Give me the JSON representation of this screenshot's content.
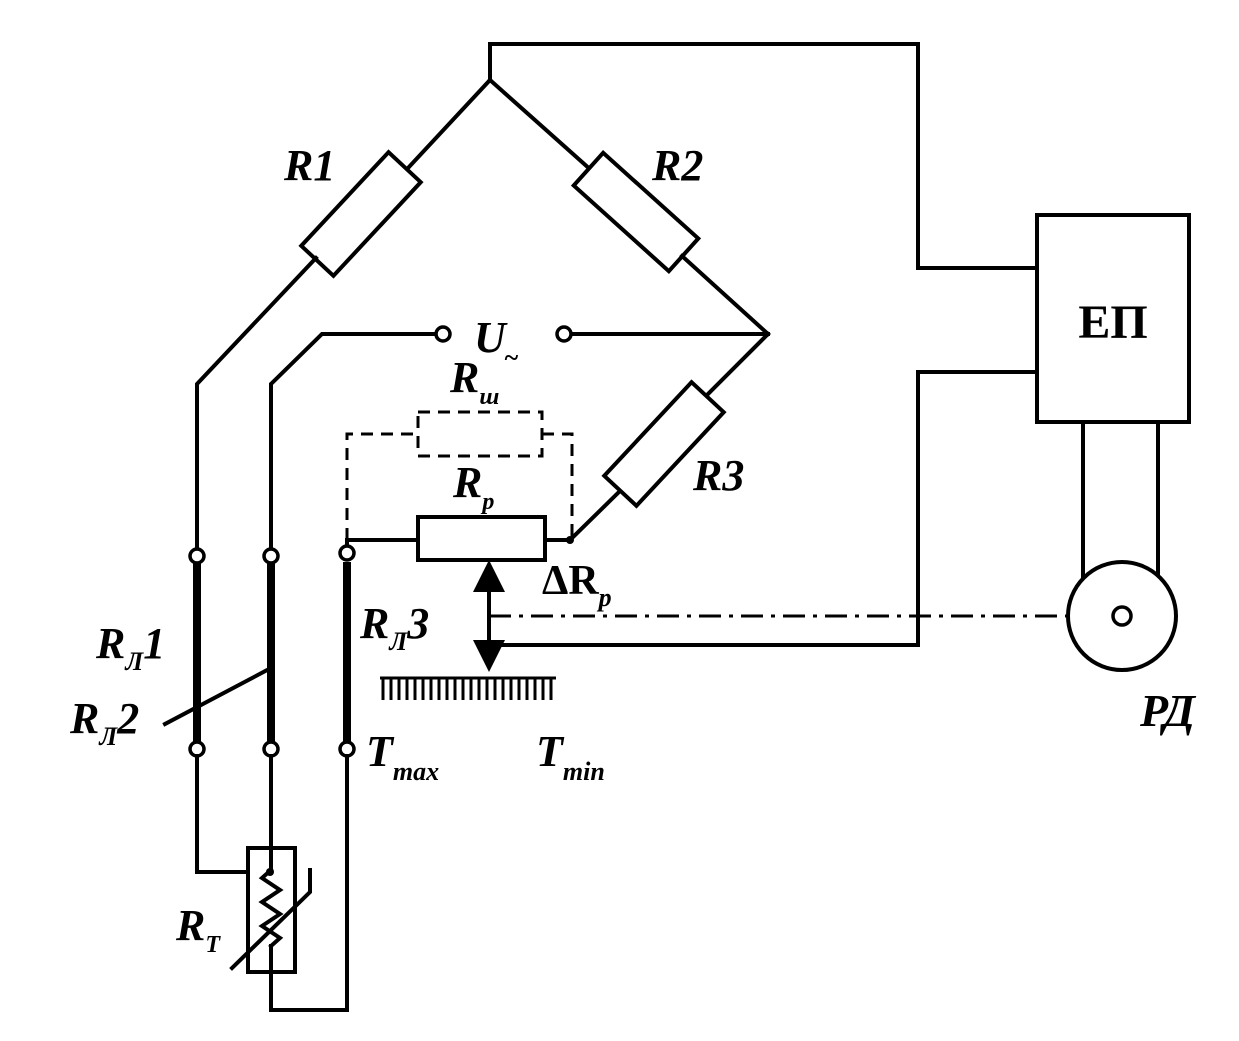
{
  "labels": {
    "r1": "R1",
    "r2": "R2",
    "r3": "R3",
    "u": "U",
    "u_sub": "~",
    "rsh": "R",
    "rsh_sub": "ш",
    "rp": "R",
    "rp_sub": "p",
    "delta_rp": "ΔR",
    "delta_rp_sub": "p",
    "rl1": "R",
    "rl1_sub": "Л",
    "rl1_num": "1",
    "rl2": "R",
    "rl2_sub": "Л",
    "rl2_num": "2",
    "rl3": "R",
    "rl3_sub": "Л",
    "rl3_num": "3",
    "rt": "R",
    "rt_sub": "T",
    "tmax": "T",
    "tmax_sub": "max",
    "tmin": "T",
    "tmin_sub": "min",
    "ep": "ЕП",
    "rd": "РД"
  }
}
